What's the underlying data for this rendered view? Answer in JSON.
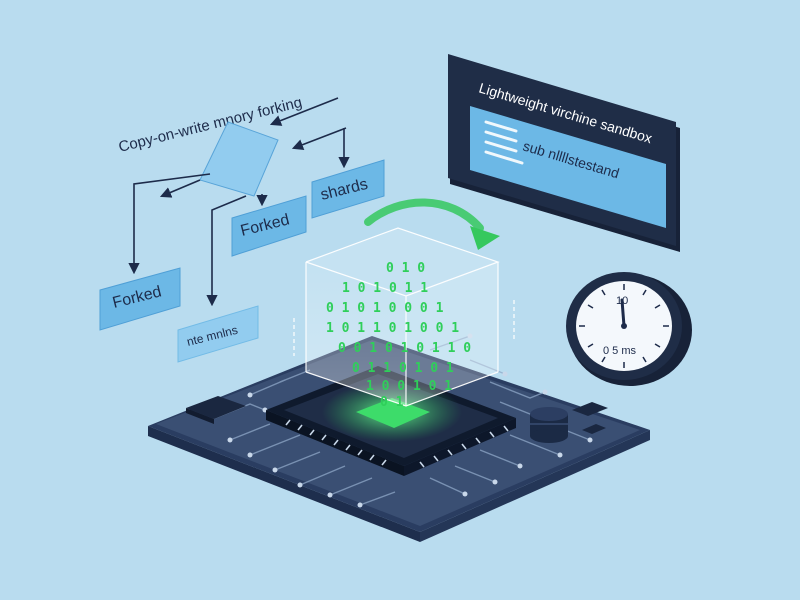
{
  "diagram": {
    "title_label": "Copy-on-write mnory forking",
    "boxes": {
      "forked_left": "Forked",
      "forked_mid": "Forked",
      "shards": "shards",
      "small": "nte mnlns"
    },
    "panel": {
      "title": "Lightweight virchine sandbox",
      "subtitle": "sub nllllstestand"
    },
    "clock": {
      "top_label": "10",
      "bottom_label": "0 5 ms"
    },
    "binary_rows": [
      "0 1 0",
      "1 0 1 0 1 1",
      "0 1 0 1 0 0 0 1",
      "1 0 1 1 0 1 0 0 1",
      "0 0 1 0 1 0 1 1 0",
      "0 1 1 0 1 0 1",
      "1 0 0 1 0 1",
      "0 1"
    ],
    "colors": {
      "background": "#b9dcef",
      "board": "#3a4f73",
      "board_edge": "#25375a",
      "chip": "#1f2d47",
      "accent_green": "#3ddc6a",
      "label_box": "#6cb8e6",
      "panel_dark": "#1f2d47"
    }
  }
}
